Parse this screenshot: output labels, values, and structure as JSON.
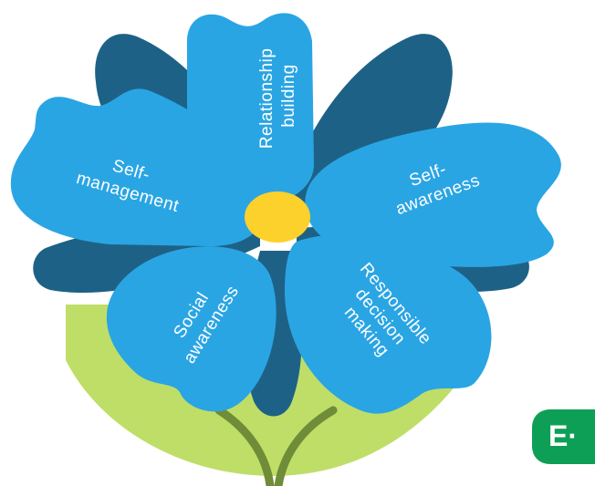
{
  "diagram": {
    "petals": [
      {
        "id": "relationship",
        "lines": [
          "Relationship",
          "building"
        ]
      },
      {
        "id": "self-awareness",
        "lines": [
          "Self-",
          "awareness"
        ]
      },
      {
        "id": "responsible",
        "lines": [
          "Responsible",
          "decision",
          "making"
        ]
      },
      {
        "id": "social",
        "lines": [
          "Social",
          "awareness"
        ]
      },
      {
        "id": "self-management",
        "lines": [
          "Self-",
          "management"
        ]
      }
    ]
  },
  "brand": {
    "logo_text": "E·"
  },
  "colors": {
    "petal": "#2aa5e4",
    "back_petal": "#1d6286",
    "center": "#fcd12c",
    "ground": "#bfde68",
    "stem": "#6f8c38",
    "brand": "#0e9f57"
  }
}
